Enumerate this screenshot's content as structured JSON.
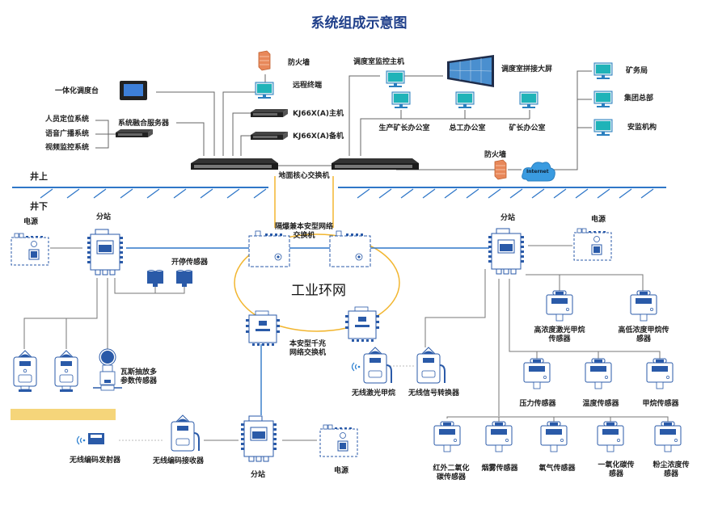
{
  "title": "系统组成示意图",
  "zones": {
    "above": "井上",
    "below": "井下"
  },
  "ring_label": "工业环网",
  "surface": {
    "dispatch_console": "一体化调度台",
    "firewall_top": "防火墙",
    "remote_terminal": "远程终端",
    "kj_master": "KJ66X(A)主机",
    "kj_backup": "KJ66X(A)备机",
    "fusion_server": "系统融合服务器",
    "subsystems": [
      "人员定位系统",
      "语音广播系统",
      "视频监控系统"
    ],
    "monitor_host": "调度室监控主机",
    "video_wall": "调度室拼接大屏",
    "offices": [
      "生产矿长办公室",
      "总工办公室",
      "矿长办公室"
    ],
    "firewall_right": "防火墙",
    "internet": "Internet",
    "remote_sites": [
      "矿务局",
      "集团总部",
      "安监机构"
    ],
    "core_switch": "地面核心交换机"
  },
  "underground": {
    "power_left": "电源",
    "station_left": "分站",
    "onoff_sensor": "开停传感器",
    "explosion_switch": "隔爆兼本安型网络交换机",
    "gigabit_switch": "本安型千兆网络交换机",
    "gas_multi_sensor": "瓦斯抽放多参数传感器",
    "wireless_laser_methane": "无线激光甲烷",
    "wireless_converter": "无线信号转换器",
    "station_right": "分站",
    "power_right": "电源",
    "high_laser_methane": "高浓度激光甲烷传感器",
    "high_low_methane": "高低浓度甲烷传感器",
    "pressure": "压力传感器",
    "temperature": "温度传感器",
    "methane": "甲烷传感器",
    "wireless_tx": "无线编码发射器",
    "wireless_rx": "无线编码接收器",
    "station_bottom": "分站",
    "power_bottom": "电源",
    "bottom_sensors": [
      "红外二氧化碳传感器",
      "烟雾传感器",
      "氧气传感器",
      "一氧化碳传感器",
      "粉尘浓度传感器"
    ]
  },
  "colors": {
    "title": "#1f3f8a",
    "ground_line": "#2f77c8",
    "ring": "#f2b630",
    "device_blue": "#2a5aa8",
    "monitor": "#1fb3b8",
    "wire": "#666666"
  }
}
